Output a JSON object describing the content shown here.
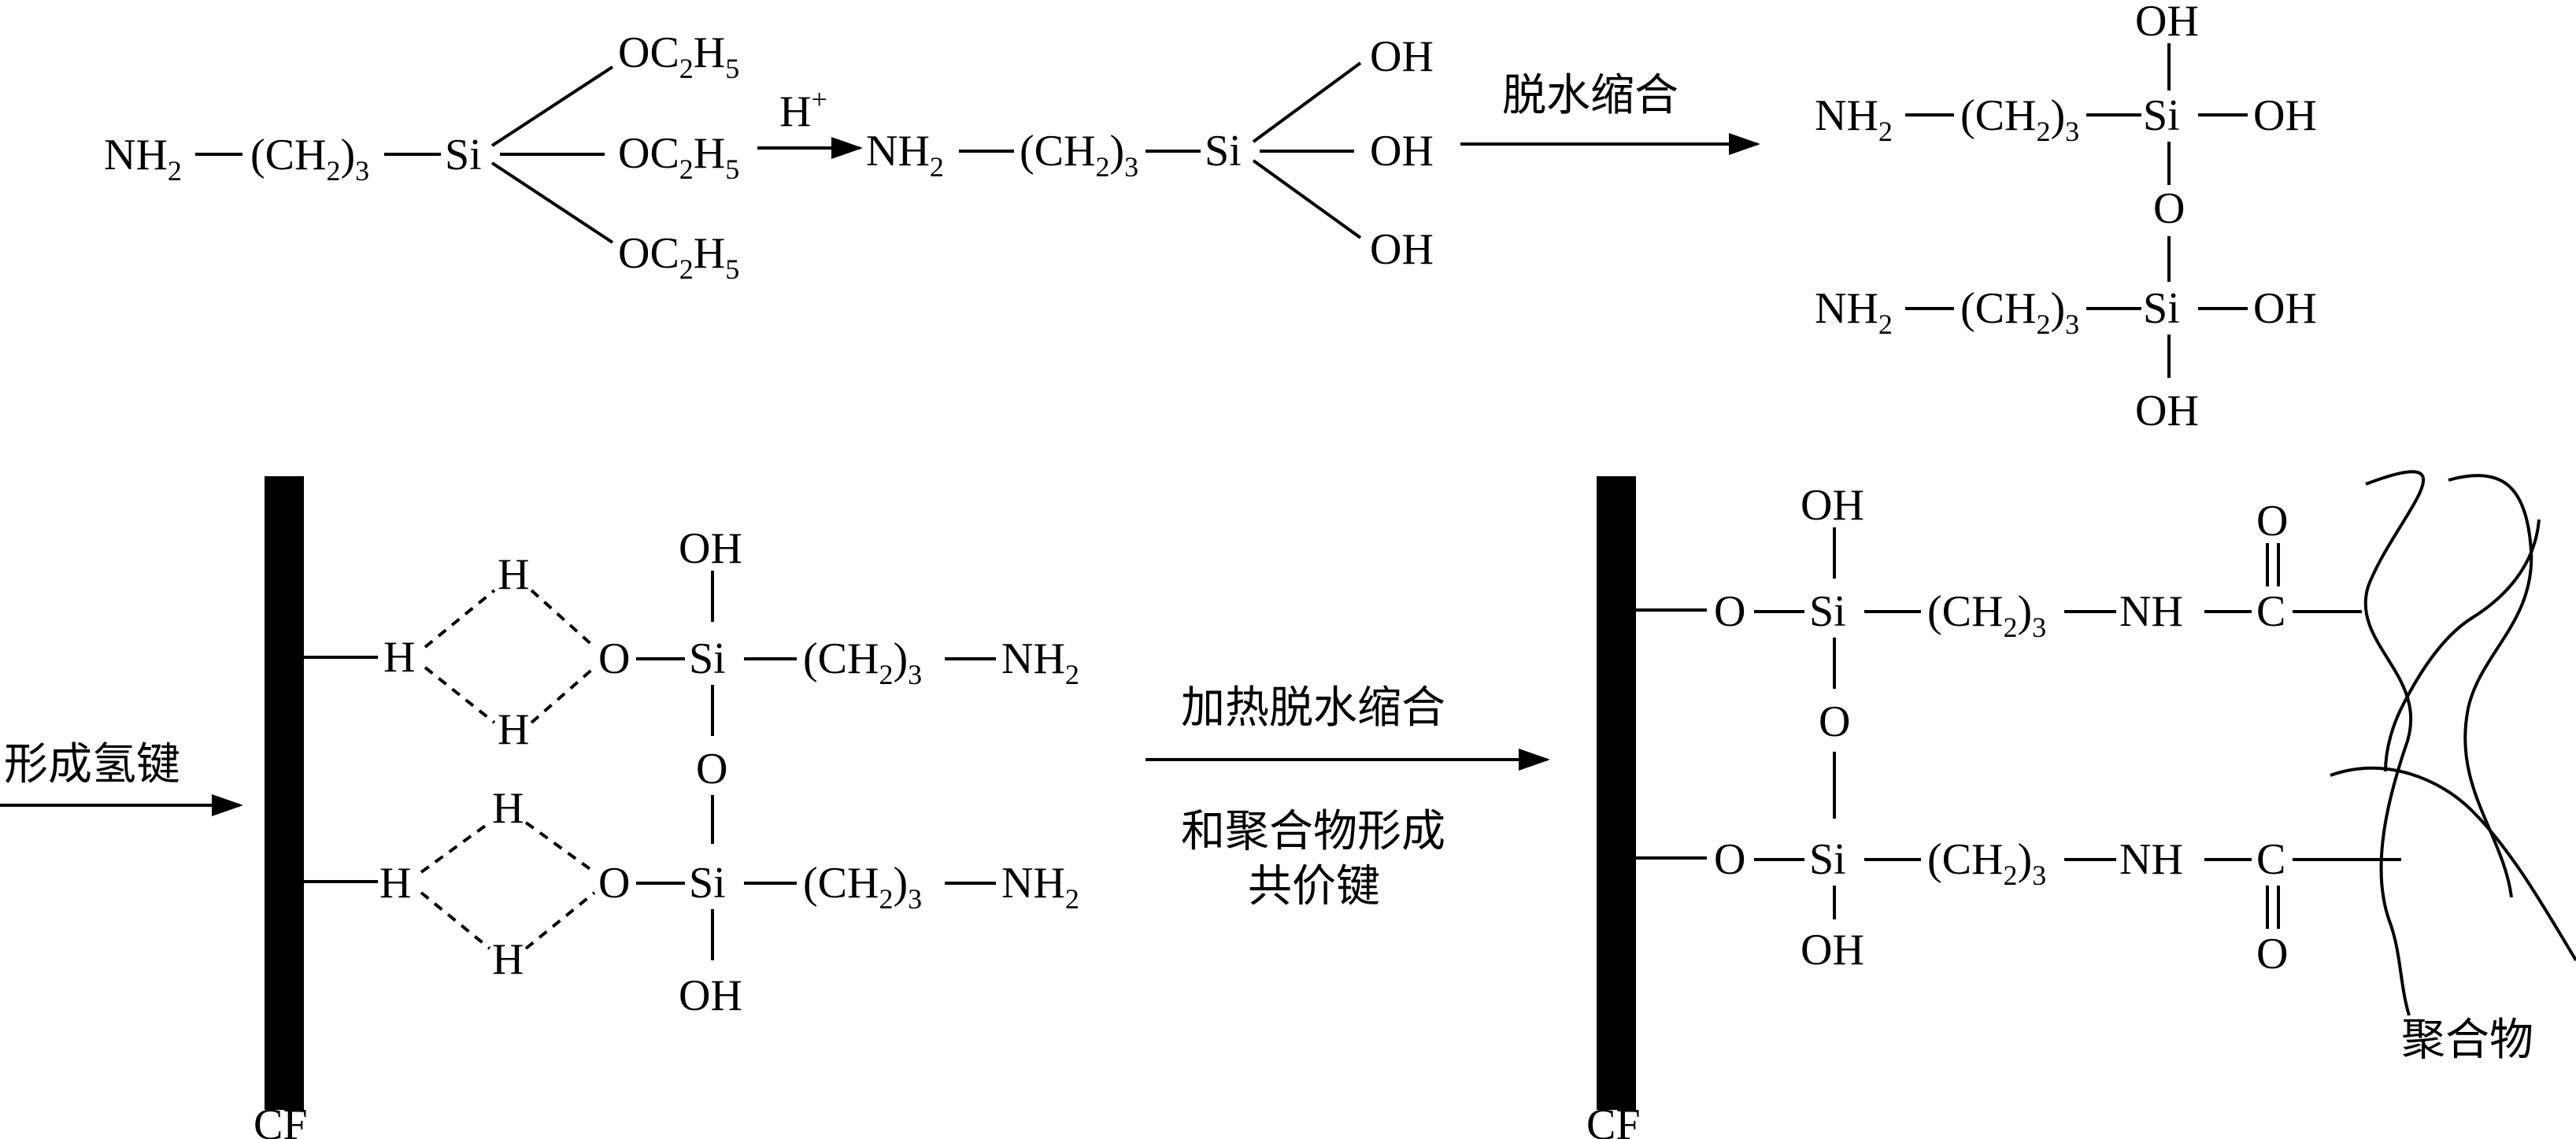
{
  "top_row": {
    "silane_ethoxy": {
      "amine": "NH",
      "amine_sub": "2",
      "chain": "(CH",
      "chain_sub": "2",
      "chain_close": ")",
      "chain_count": "3",
      "silicon": "Si",
      "ethoxy_o_c": "OC",
      "ethoxy_c_sub": "2",
      "ethoxy_h": "H",
      "ethoxy_h_sub": "5"
    },
    "acid_label": "H",
    "acid_sup": "+",
    "silanol": {
      "hydroxyl": "OH"
    },
    "condensation_label": "脱水缩合",
    "dimer": {
      "oxygen": "O"
    }
  },
  "bottom_row": {
    "hydrogen_bond_label": "形成氢键",
    "fiber_label": "CF",
    "hydrogen": "H",
    "heating_label": "加热脱水缩合",
    "covalent_label_1": "和聚合物形成",
    "covalent_label_2": "共价键",
    "amide_nh": "NH",
    "carbonyl_c": "C",
    "carbonyl_o": "O",
    "polymer_label": "聚合物"
  }
}
